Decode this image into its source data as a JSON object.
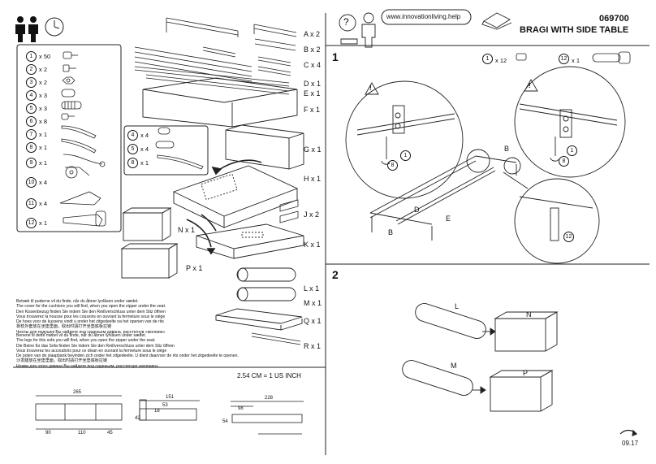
{
  "header": {
    "code": "069700",
    "title": "BRAGI WITH SIDE TABLE",
    "url": "www.innovationliving.help",
    "help_symbol": "?"
  },
  "left_parts": [
    {
      "num": "1",
      "qty": "x 50"
    },
    {
      "num": "2",
      "qty": "x 2"
    },
    {
      "num": "3",
      "qty": "x 2"
    },
    {
      "num": "4",
      "qty": "x 3"
    },
    {
      "num": "5",
      "qty": "x 3"
    },
    {
      "num": "6",
      "qty": "x 8"
    },
    {
      "num": "7",
      "qty": "x 1"
    },
    {
      "num": "8",
      "qty": "x 1"
    },
    {
      "num": "9",
      "qty": "x 1"
    },
    {
      "num": "10",
      "qty": "x 4"
    },
    {
      "num": "11",
      "qty": "x 4"
    },
    {
      "num": "12",
      "qty": "x 1"
    }
  ],
  "inset_parts": [
    {
      "num": "4",
      "qty": "x 4"
    },
    {
      "num": "5",
      "qty": "x 4"
    },
    {
      "num": "8",
      "qty": "x 1"
    }
  ],
  "component_labels": {
    "A": "A x 2",
    "B": "B x 2",
    "C": "C x 4",
    "D": "D x 1",
    "E": "E x 1",
    "F": "F x 1",
    "G": "G x 1",
    "H": "H x 1",
    "J": "J x 2",
    "K": "K x 1",
    "L": "L x 1",
    "M": "M x 1",
    "Q": "Q x 1",
    "R": "R x 1",
    "N": "N x 1",
    "P": "P x 1"
  },
  "text_block_1": [
    "Betræk til puderne vil du finde, når du åbner lynlåsen under sædet.",
    "The cover for the cushions you will find, when you open the zipper under the seat.",
    "Den Kissenbezug finden Sie indem Sie den Reißverschluss unter dem Sitz öffnen",
    "Vous trouverez la housse pour les coussins en ouvrant la fermeture sous le siège",
    "De hoes voor de kussens vindt u onder het zitgedeelte na het openen van de rits",
    "靠枕外套放在坐垫里面，取出时請打开坐垫底板拉链",
    "Чехлы для подушек Вы найдете под сиденьем дивана, расстегнув «молнию»."
  ],
  "text_block_2": [
    "Benene til dette møbel vil du finde, når du åbner lynlåsen under sædet.",
    "The legs for this sofa you will find, when you open the zipper under the seat.",
    "Die Beine für das Sofa finden Sie indem Sie den Reißverschluss unter dem Sitz öffnen",
    "Vous trouverez les accoudoirs pour ce divan en ouvrant la fermeture sous le siège",
    "De poten van de slaapbank bevinden zich onder het zitgedeelte. U dient daarvoor de rits onder het zitgedeelte te openen.",
    "沙发腿放在坐垫里面，取出时請打开坐垫底板拉链",
    "Ножки для этого дивана Вы найдете под сиденьем, расстегнув «молнию»."
  ],
  "conversion": "2.54 CM = 1 US INCH",
  "dims_front": {
    "total": "265",
    "a": "90",
    "b": "110",
    "c": "45"
  },
  "dims_side": {
    "total": "151",
    "a": "53",
    "b": "18",
    "c": "42"
  },
  "dims_bed": {
    "total": "228",
    "a": "98",
    "h": "54"
  },
  "step1": {
    "number": "1",
    "part1_num": "1",
    "part1_qty": "x 12",
    "part2_num": "12",
    "part2_qty": "x 1",
    "callouts": {
      "B": "B",
      "D": "D",
      "E": "E",
      "one": "1",
      "eight": "8",
      "twelve": "12"
    },
    "warning": "!"
  },
  "step2": {
    "number": "2",
    "labels": {
      "L": "L",
      "N": "N",
      "M": "M",
      "P": "P"
    }
  },
  "footer": {
    "date": "09.17"
  }
}
